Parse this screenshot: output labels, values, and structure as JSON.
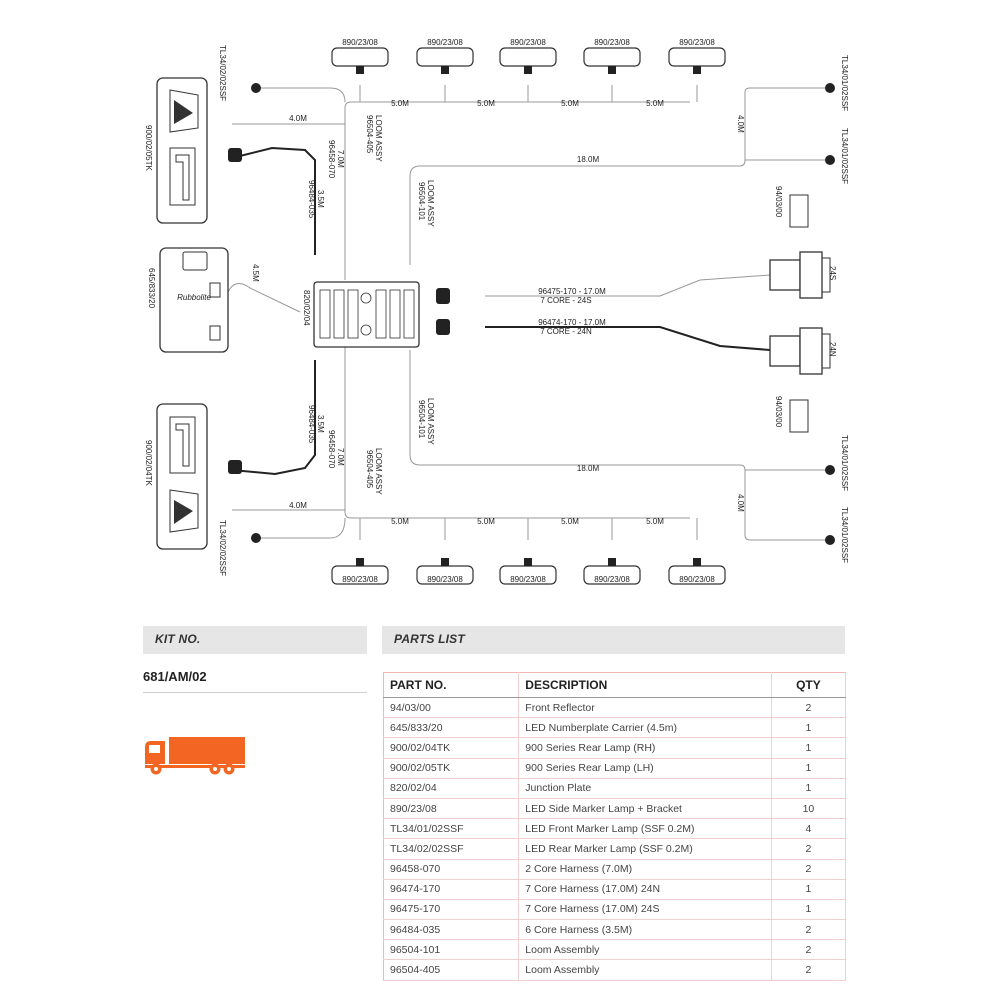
{
  "diagram": {
    "side_markers": [
      "890/23/08",
      "890/23/08",
      "890/23/08",
      "890/23/08",
      "890/23/08",
      "890/23/08",
      "890/23/08",
      "890/23/08",
      "890/23/08",
      "890/23/08"
    ],
    "seg_5m": "5.0M",
    "len_4m": "4.0M",
    "len_4_5m": "4.5M",
    "len_7m": "7.0M",
    "len_3_5m": "3.5M",
    "len_18m": "18.0M",
    "tl_rear": "TL34/02/02SSF",
    "tl_front": "TL34/01/02SSF",
    "lamp_lh": "900/02/05TK",
    "lamp_rh": "900/02/04TK",
    "numberplate": "645/833/20",
    "junction": "820/02/04",
    "reflector": "94/03/00",
    "loom_label": "LOOM ASSY",
    "loom_405": "96504-405",
    "loom_101": "96504-101",
    "h458": "96458-070",
    "h484": "96484-035",
    "h475": "96475-170 - 17.0M",
    "h475_core": "7 CORE - 24S",
    "h474": "96474-170 - 17.0M",
    "h474_core": "7 CORE - 24N",
    "socket_24s": "24S",
    "socket_24n": "24N",
    "brand": "Rubbolite"
  },
  "kit": {
    "header": "KIT NO.",
    "number": "681/AM/02",
    "icon": "truck-icon",
    "icon_color": "#f26522"
  },
  "parts": {
    "header": "PARTS LIST",
    "columns": [
      "PART NO.",
      "DESCRIPTION",
      "QTY"
    ],
    "rows": [
      {
        "part": "94/03/00",
        "desc": "Front Reflector",
        "qty": "2"
      },
      {
        "part": "645/833/20",
        "desc": "LED Numberplate Carrier (4.5m)",
        "qty": "1"
      },
      {
        "part": "900/02/04TK",
        "desc": "900 Series Rear Lamp (RH)",
        "qty": "1"
      },
      {
        "part": "900/02/05TK",
        "desc": "900 Series Rear Lamp (LH)",
        "qty": "1"
      },
      {
        "part": "820/02/04",
        "desc": "Junction Plate",
        "qty": "1"
      },
      {
        "part": "890/23/08",
        "desc": "LED Side Marker Lamp + Bracket",
        "qty": "10"
      },
      {
        "part": "TL34/01/02SSF",
        "desc": "LED Front Marker Lamp (SSF 0.2M)",
        "qty": "4"
      },
      {
        "part": "TL34/02/02SSF",
        "desc": "LED Rear Marker Lamp (SSF 0.2M)",
        "qty": "2"
      },
      {
        "part": "96458-070",
        "desc": "2 Core Harness (7.0M)",
        "qty": "2"
      },
      {
        "part": "96474-170",
        "desc": "7 Core Harness (17.0M) 24N",
        "qty": "1"
      },
      {
        "part": "96475-170",
        "desc": "7 Core Harness (17.0M) 24S",
        "qty": "1"
      },
      {
        "part": "96484-035",
        "desc": "6 Core Harness (3.5M)",
        "qty": "2"
      },
      {
        "part": "96504-101",
        "desc": "Loom Assembly",
        "qty": "2"
      },
      {
        "part": "96504-405",
        "desc": "Loom Assembly",
        "qty": "2"
      }
    ]
  }
}
